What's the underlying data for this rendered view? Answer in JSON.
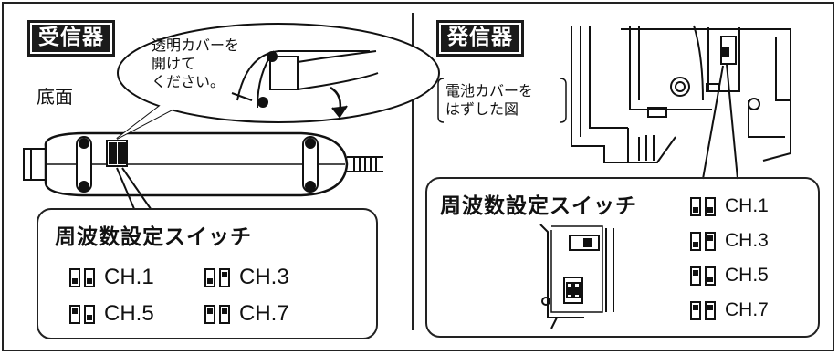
{
  "receiver": {
    "title": "受信器",
    "bottom_label": "底面",
    "callout": [
      "透明カバーを",
      "開けて",
      "ください。"
    ],
    "panel_title": "周波数設定スイッチ",
    "channels": [
      {
        "label": "CH.1",
        "sw1": "down",
        "sw2": "down"
      },
      {
        "label": "CH.3",
        "sw1": "down",
        "sw2": "up"
      },
      {
        "label": "CH.5",
        "sw1": "up",
        "sw2": "down"
      },
      {
        "label": "CH.7",
        "sw1": "up",
        "sw2": "up"
      }
    ]
  },
  "transmitter": {
    "title": "発信器",
    "note_line1": "電池カバーを",
    "note_line2": "はずした図",
    "panel_title": "周波数設定スイッチ",
    "channels": [
      {
        "label": "CH.1",
        "sw1": "down",
        "sw2": "down"
      },
      {
        "label": "CH.3",
        "sw1": "down",
        "sw2": "up"
      },
      {
        "label": "CH.5",
        "sw1": "up",
        "sw2": "down"
      },
      {
        "label": "CH.7",
        "sw1": "up",
        "sw2": "up"
      }
    ]
  }
}
